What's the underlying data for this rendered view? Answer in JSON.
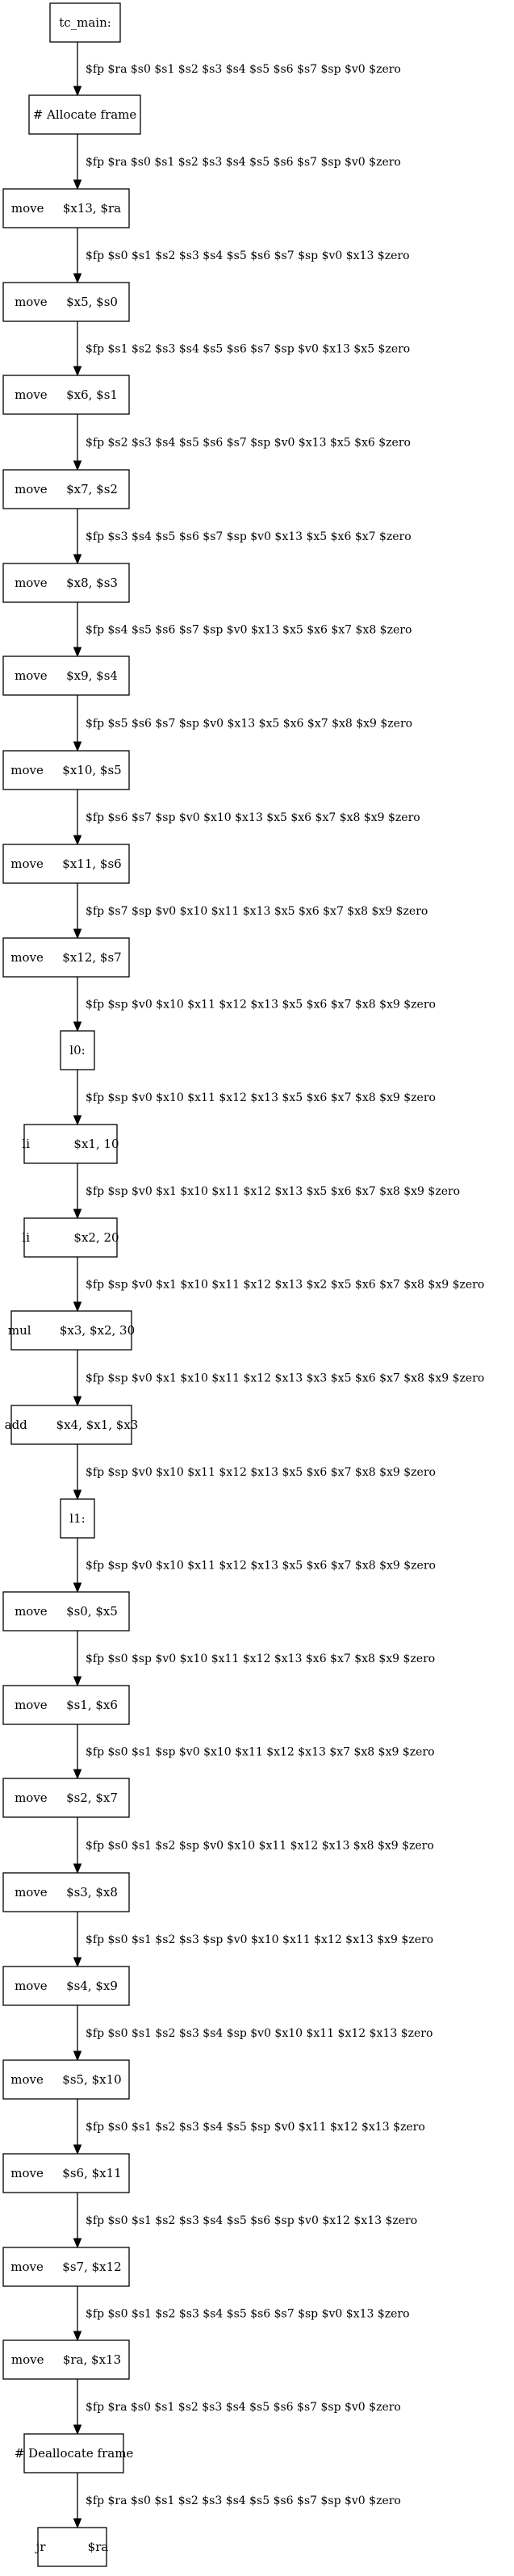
{
  "diagram": {
    "nodes": [
      {
        "id": "tc_main",
        "op": "tc_main:",
        "operands": ""
      },
      {
        "id": "alloc",
        "op": "# Allocate frame",
        "operands": ""
      },
      {
        "id": "n1",
        "op": "move",
        "operands": "$x13, $ra"
      },
      {
        "id": "n2",
        "op": "move",
        "operands": "$x5, $s0"
      },
      {
        "id": "n3",
        "op": "move",
        "operands": "$x6, $s1"
      },
      {
        "id": "n4",
        "op": "move",
        "operands": "$x7, $s2"
      },
      {
        "id": "n5",
        "op": "move",
        "operands": "$x8, $s3"
      },
      {
        "id": "n6",
        "op": "move",
        "operands": "$x9, $s4"
      },
      {
        "id": "n7",
        "op": "move",
        "operands": "$x10, $s5"
      },
      {
        "id": "n8",
        "op": "move",
        "operands": "$x11, $s6"
      },
      {
        "id": "n9",
        "op": "move",
        "operands": "$x12, $s7"
      },
      {
        "id": "l0",
        "op": "l0:",
        "operands": ""
      },
      {
        "id": "n10",
        "op": "li",
        "operands": "$x1, 10"
      },
      {
        "id": "n11",
        "op": "li",
        "operands": "$x2, 20"
      },
      {
        "id": "n12",
        "op": "mul",
        "operands": "$x3, $x2, 30"
      },
      {
        "id": "n13",
        "op": "add",
        "operands": "$x4, $x1, $x3"
      },
      {
        "id": "l1",
        "op": "l1:",
        "operands": ""
      },
      {
        "id": "n14",
        "op": "move",
        "operands": "$s0, $x5"
      },
      {
        "id": "n15",
        "op": "move",
        "operands": "$s1, $x6"
      },
      {
        "id": "n16",
        "op": "move",
        "operands": "$s2, $x7"
      },
      {
        "id": "n17",
        "op": "move",
        "operands": "$s3, $x8"
      },
      {
        "id": "n18",
        "op": "move",
        "operands": "$s4, $x9"
      },
      {
        "id": "n19",
        "op": "move",
        "operands": "$s5, $x10"
      },
      {
        "id": "n20",
        "op": "move",
        "operands": "$s6, $x11"
      },
      {
        "id": "n21",
        "op": "move",
        "operands": "$s7, $x12"
      },
      {
        "id": "n22",
        "op": "move",
        "operands": "$ra, $x13"
      },
      {
        "id": "dealloc",
        "op": "# Deallocate frame",
        "operands": ""
      },
      {
        "id": "ret",
        "op": "jr",
        "operands": "$ra"
      }
    ],
    "edges": [
      "$fp $ra $s0 $s1 $s2 $s3 $s4 $s5 $s6 $s7 $sp $v0 $zero",
      "$fp $ra $s0 $s1 $s2 $s3 $s4 $s5 $s6 $s7 $sp $v0 $zero",
      "$fp $s0 $s1 $s2 $s3 $s4 $s5 $s6 $s7 $sp $v0 $x13 $zero",
      "$fp $s1 $s2 $s3 $s4 $s5 $s6 $s7 $sp $v0 $x13 $x5 $zero",
      "$fp $s2 $s3 $s4 $s5 $s6 $s7 $sp $v0 $x13 $x5 $x6 $zero",
      "$fp $s3 $s4 $s5 $s6 $s7 $sp $v0 $x13 $x5 $x6 $x7 $zero",
      "$fp $s4 $s5 $s6 $s7 $sp $v0 $x13 $x5 $x6 $x7 $x8 $zero",
      "$fp $s5 $s6 $s7 $sp $v0 $x13 $x5 $x6 $x7 $x8 $x9 $zero",
      "$fp $s6 $s7 $sp $v0 $x10 $x13 $x5 $x6 $x7 $x8 $x9 $zero",
      "$fp $s7 $sp $v0 $x10 $x11 $x13 $x5 $x6 $x7 $x8 $x9 $zero",
      "$fp $sp $v0 $x10 $x11 $x12 $x13 $x5 $x6 $x7 $x8 $x9 $zero",
      "$fp $sp $v0 $x10 $x11 $x12 $x13 $x5 $x6 $x7 $x8 $x9 $zero",
      "$fp $sp $v0 $x1 $x10 $x11 $x12 $x13 $x5 $x6 $x7 $x8 $x9 $zero",
      "$fp $sp $v0 $x1 $x10 $x11 $x12 $x13 $x2 $x5 $x6 $x7 $x8 $x9 $zero",
      "$fp $sp $v0 $x1 $x10 $x11 $x12 $x13 $x3 $x5 $x6 $x7 $x8 $x9 $zero",
      "$fp $sp $v0 $x10 $x11 $x12 $x13 $x5 $x6 $x7 $x8 $x9 $zero",
      "$fp $sp $v0 $x10 $x11 $x12 $x13 $x5 $x6 $x7 $x8 $x9 $zero",
      "$fp $s0 $sp $v0 $x10 $x11 $x12 $x13 $x6 $x7 $x8 $x9 $zero",
      "$fp $s0 $s1 $sp $v0 $x10 $x11 $x12 $x13 $x7 $x8 $x9 $zero",
      "$fp $s0 $s1 $s2 $sp $v0 $x10 $x11 $x12 $x13 $x8 $x9 $zero",
      "$fp $s0 $s1 $s2 $s3 $sp $v0 $x10 $x11 $x12 $x13 $x9 $zero",
      "$fp $s0 $s1 $s2 $s3 $s4 $sp $v0 $x10 $x11 $x12 $x13 $zero",
      "$fp $s0 $s1 $s2 $s3 $s4 $s5 $sp $v0 $x11 $x12 $x13 $zero",
      "$fp $s0 $s1 $s2 $s3 $s4 $s5 $s6 $sp $v0 $x12 $x13 $zero",
      "$fp $s0 $s1 $s2 $s3 $s4 $s5 $s6 $s7 $sp $v0 $x13 $zero",
      "$fp $ra $s0 $s1 $s2 $s3 $s4 $s5 $s6 $s7 $sp $v0 $zero",
      "$fp $ra $s0 $s1 $s2 $s3 $s4 $s5 $s6 $s7 $sp $v0 $zero"
    ]
  }
}
